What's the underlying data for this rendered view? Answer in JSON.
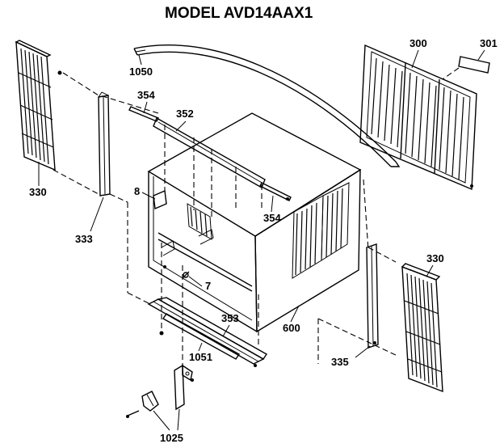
{
  "title": "MODEL AVD14AAX1",
  "callouts": {
    "p1050": "1050",
    "p354a": "354",
    "p352": "352",
    "p300": "300",
    "p301": "301",
    "p330a": "330",
    "p333": "333",
    "p8": "8",
    "p354b": "354",
    "p330b": "330",
    "p7": "7",
    "p353": "353",
    "p600": "600",
    "p1051": "1051",
    "p335": "335",
    "p1025": "1025"
  }
}
